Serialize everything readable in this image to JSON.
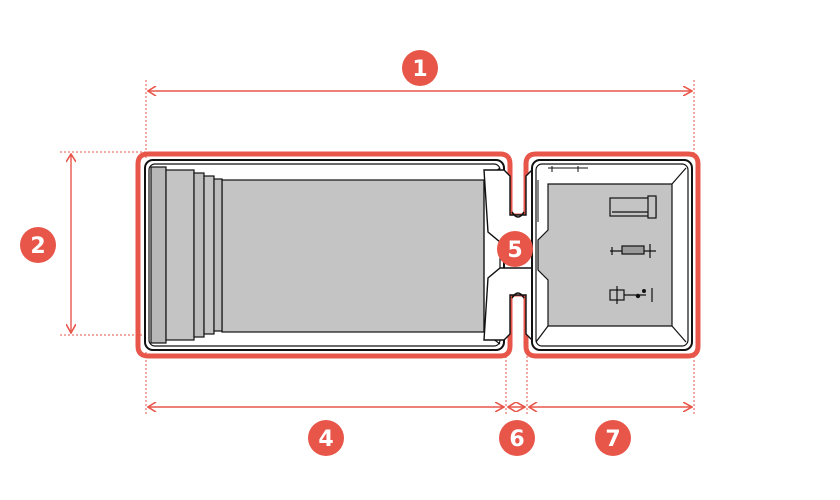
{
  "colors": {
    "accent": "#e8564a",
    "pool_fill": "#c4c4c4",
    "outline": "#111111",
    "guide": "#e8564a"
  },
  "badges": {
    "overall_length": "1",
    "width": "2",
    "pool_length": "4",
    "connector": "5",
    "connector_width": "6",
    "spa_length": "7"
  },
  "icons": [
    "treadmill-icon",
    "elliptical-icon",
    "bike-icon"
  ]
}
